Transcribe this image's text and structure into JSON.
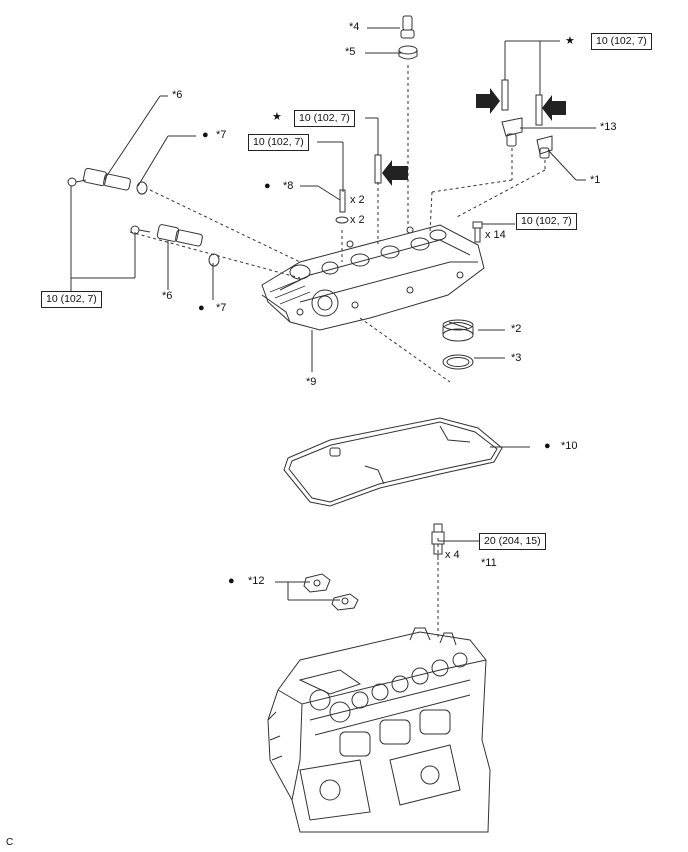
{
  "callouts": {
    "c1": "*1",
    "c2": "*2",
    "c3": "*3",
    "c4": "*4",
    "c5": "*5",
    "c6a": "*6",
    "c6b": "*6",
    "c7a": "*7",
    "c7b": "*7",
    "c8": "*8",
    "c9": "*9",
    "c10": "*10",
    "c11": "*11",
    "c12": "*12",
    "c13": "*13"
  },
  "torque": {
    "t_top_right": "10 (102, 7)",
    "t_center_bolt": "10 (102, 7)",
    "t_washer_bolt": "10 (102, 7)",
    "t_cover_bolts": "10 (102, 7)",
    "t_vvt": "10 (102, 7)",
    "t_spark_plug": "20 (204, 15)"
  },
  "quantities": {
    "q_washer_bolt": "x 2",
    "q_washer": "x 2",
    "q_cover_bolts": "x 14",
    "q_spark_plug": "x 4"
  },
  "symbols": {
    "star": "★",
    "dot": "●"
  },
  "footer_code": "C"
}
